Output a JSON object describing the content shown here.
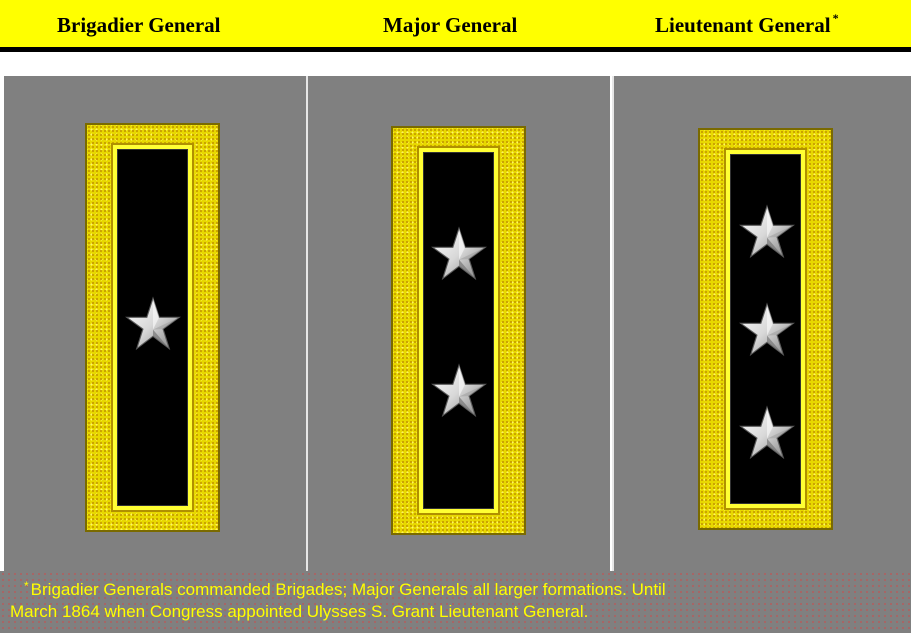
{
  "header": {
    "ranks": [
      {
        "label": "Brigadier General",
        "marker": ""
      },
      {
        "label": "Major General",
        "marker": ""
      },
      {
        "label": "Lieutenant General",
        "marker": "*"
      }
    ]
  },
  "insignia": [
    {
      "rank": "Brigadier General",
      "stars": 1
    },
    {
      "rank": "Major General",
      "stars": 2
    },
    {
      "rank": "Lieutenant General",
      "stars": 3
    }
  ],
  "colors": {
    "header_bg": "#ffff00",
    "panel_bg": "#808080",
    "strap_gold": "#e8d800",
    "strap_field": "#000000",
    "footnote_text": "#ffff00"
  },
  "footnote": {
    "marker": "*",
    "line1": "Brigadier Generals commanded Brigades; Major Generals all larger formations.  Until",
    "line2": "March 1864 when Congress appointed Ulysses S. Grant Lieutenant General."
  }
}
